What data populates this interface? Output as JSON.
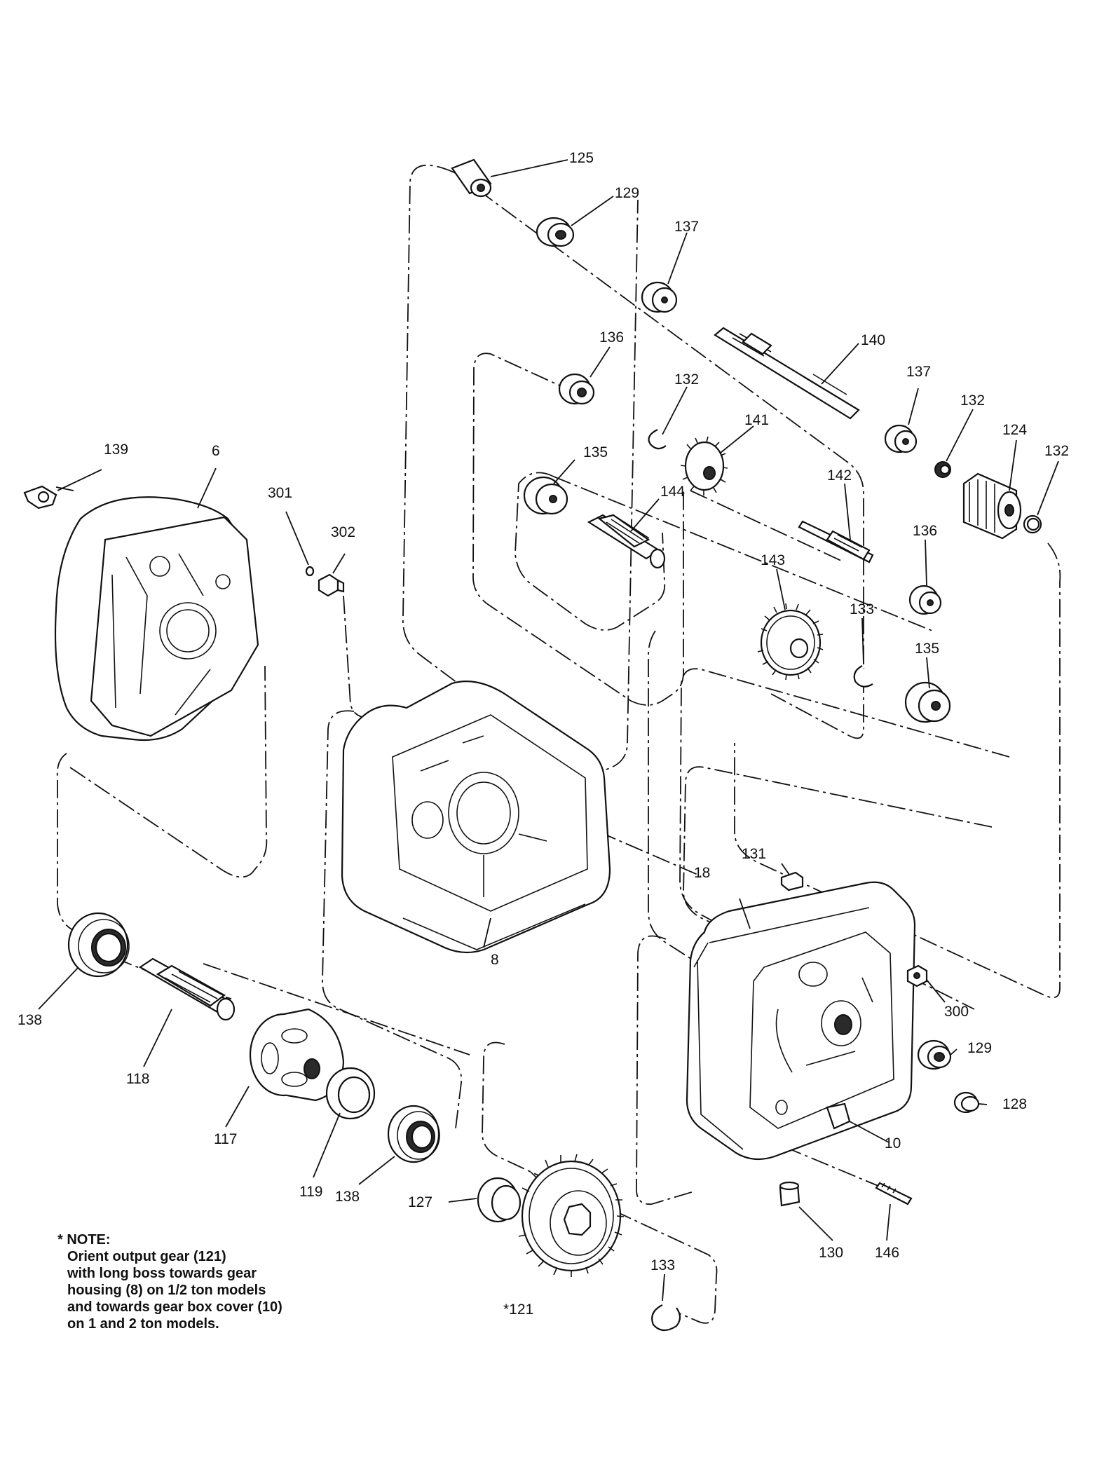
{
  "labels": {
    "p6": "6",
    "p8": "8",
    "p10": "10",
    "p18": "18",
    "p117": "117",
    "p118": "118",
    "p119": "119",
    "p121": "*121",
    "p124": "124",
    "p125": "125",
    "p127": "127",
    "p128": "128",
    "p129a": "129",
    "p129b": "129",
    "p130": "130",
    "p131": "131",
    "p132a": "132",
    "p132b": "132",
    "p132c": "132",
    "p133a": "133",
    "p133b": "133",
    "p135a": "135",
    "p135b": "135",
    "p136a": "136",
    "p136b": "136",
    "p137a": "137",
    "p137b": "137",
    "p138a": "138",
    "p138b": "138",
    "p139": "139",
    "p140": "140",
    "p141": "141",
    "p142": "142",
    "p143": "143",
    "p144": "144",
    "p146": "146",
    "p300": "300",
    "p301": "301",
    "p302": "302"
  },
  "note": {
    "heading": "* NOTE:",
    "body": "Orient output gear (121)\nwith long boss towards gear\nhousing (8) on 1/2 ton models\nand towards gear box cover (10)\non 1 and 2 ton models."
  }
}
